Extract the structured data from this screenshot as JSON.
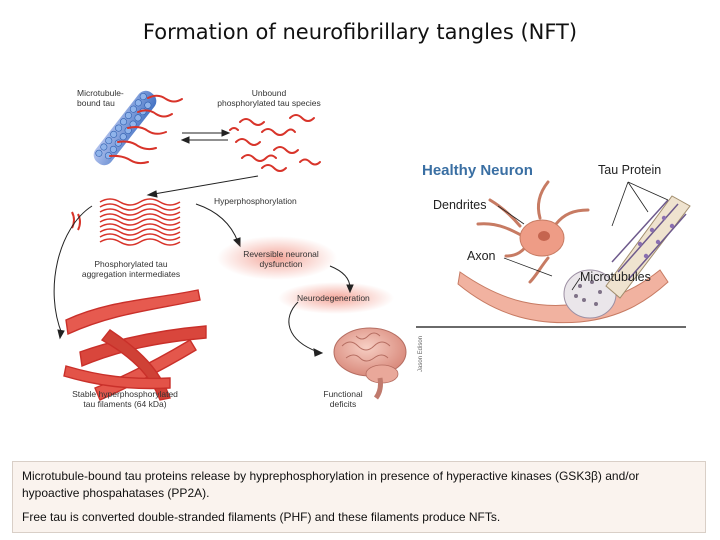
{
  "title": "Formation of neurofibrillary tangles (NFT)",
  "left_diagram": {
    "microtubule_bound_tau": "Microtubule-\nbound tau",
    "unbound_species": "Unbound\nphosphorylated tau species",
    "hyperphosphorylation": "Hyperphosphorylation",
    "aggregation_intermediates": "Phosphorylated tau\naggregation intermediates",
    "reversible_dysfunction": "Reversible neuronal\ndysfunction",
    "neurodegeneration": "Neurodegeneration",
    "stable_filaments": "Stable hyperphosphorylated\ntau filaments (64 kDa)",
    "functional_deficits": "Functional\ndeficits",
    "credit": "Jason Edison"
  },
  "right_diagram": {
    "title": "Healthy Neuron",
    "tau_protein": "Tau Protein",
    "dendrites": "Dendrites",
    "axon": "Axon",
    "microtubules": "Microtubules"
  },
  "caption": {
    "line1": "Microtubule-bound  tau proteins release by hyprephosphorylation in presence of hyperactive kinases (GSK3β) and/or hypoactive phospahatases (PP2A).",
    "line2": "Free tau is converted double-stranded filaments (PHF) and these filaments produce NFTs."
  },
  "colors": {
    "title": "#111111",
    "healthy_neuron": "#3a6fa3",
    "tau": "#d8342a",
    "microtubule": "#4a86c9",
    "neuron": "#e8a08c"
  }
}
